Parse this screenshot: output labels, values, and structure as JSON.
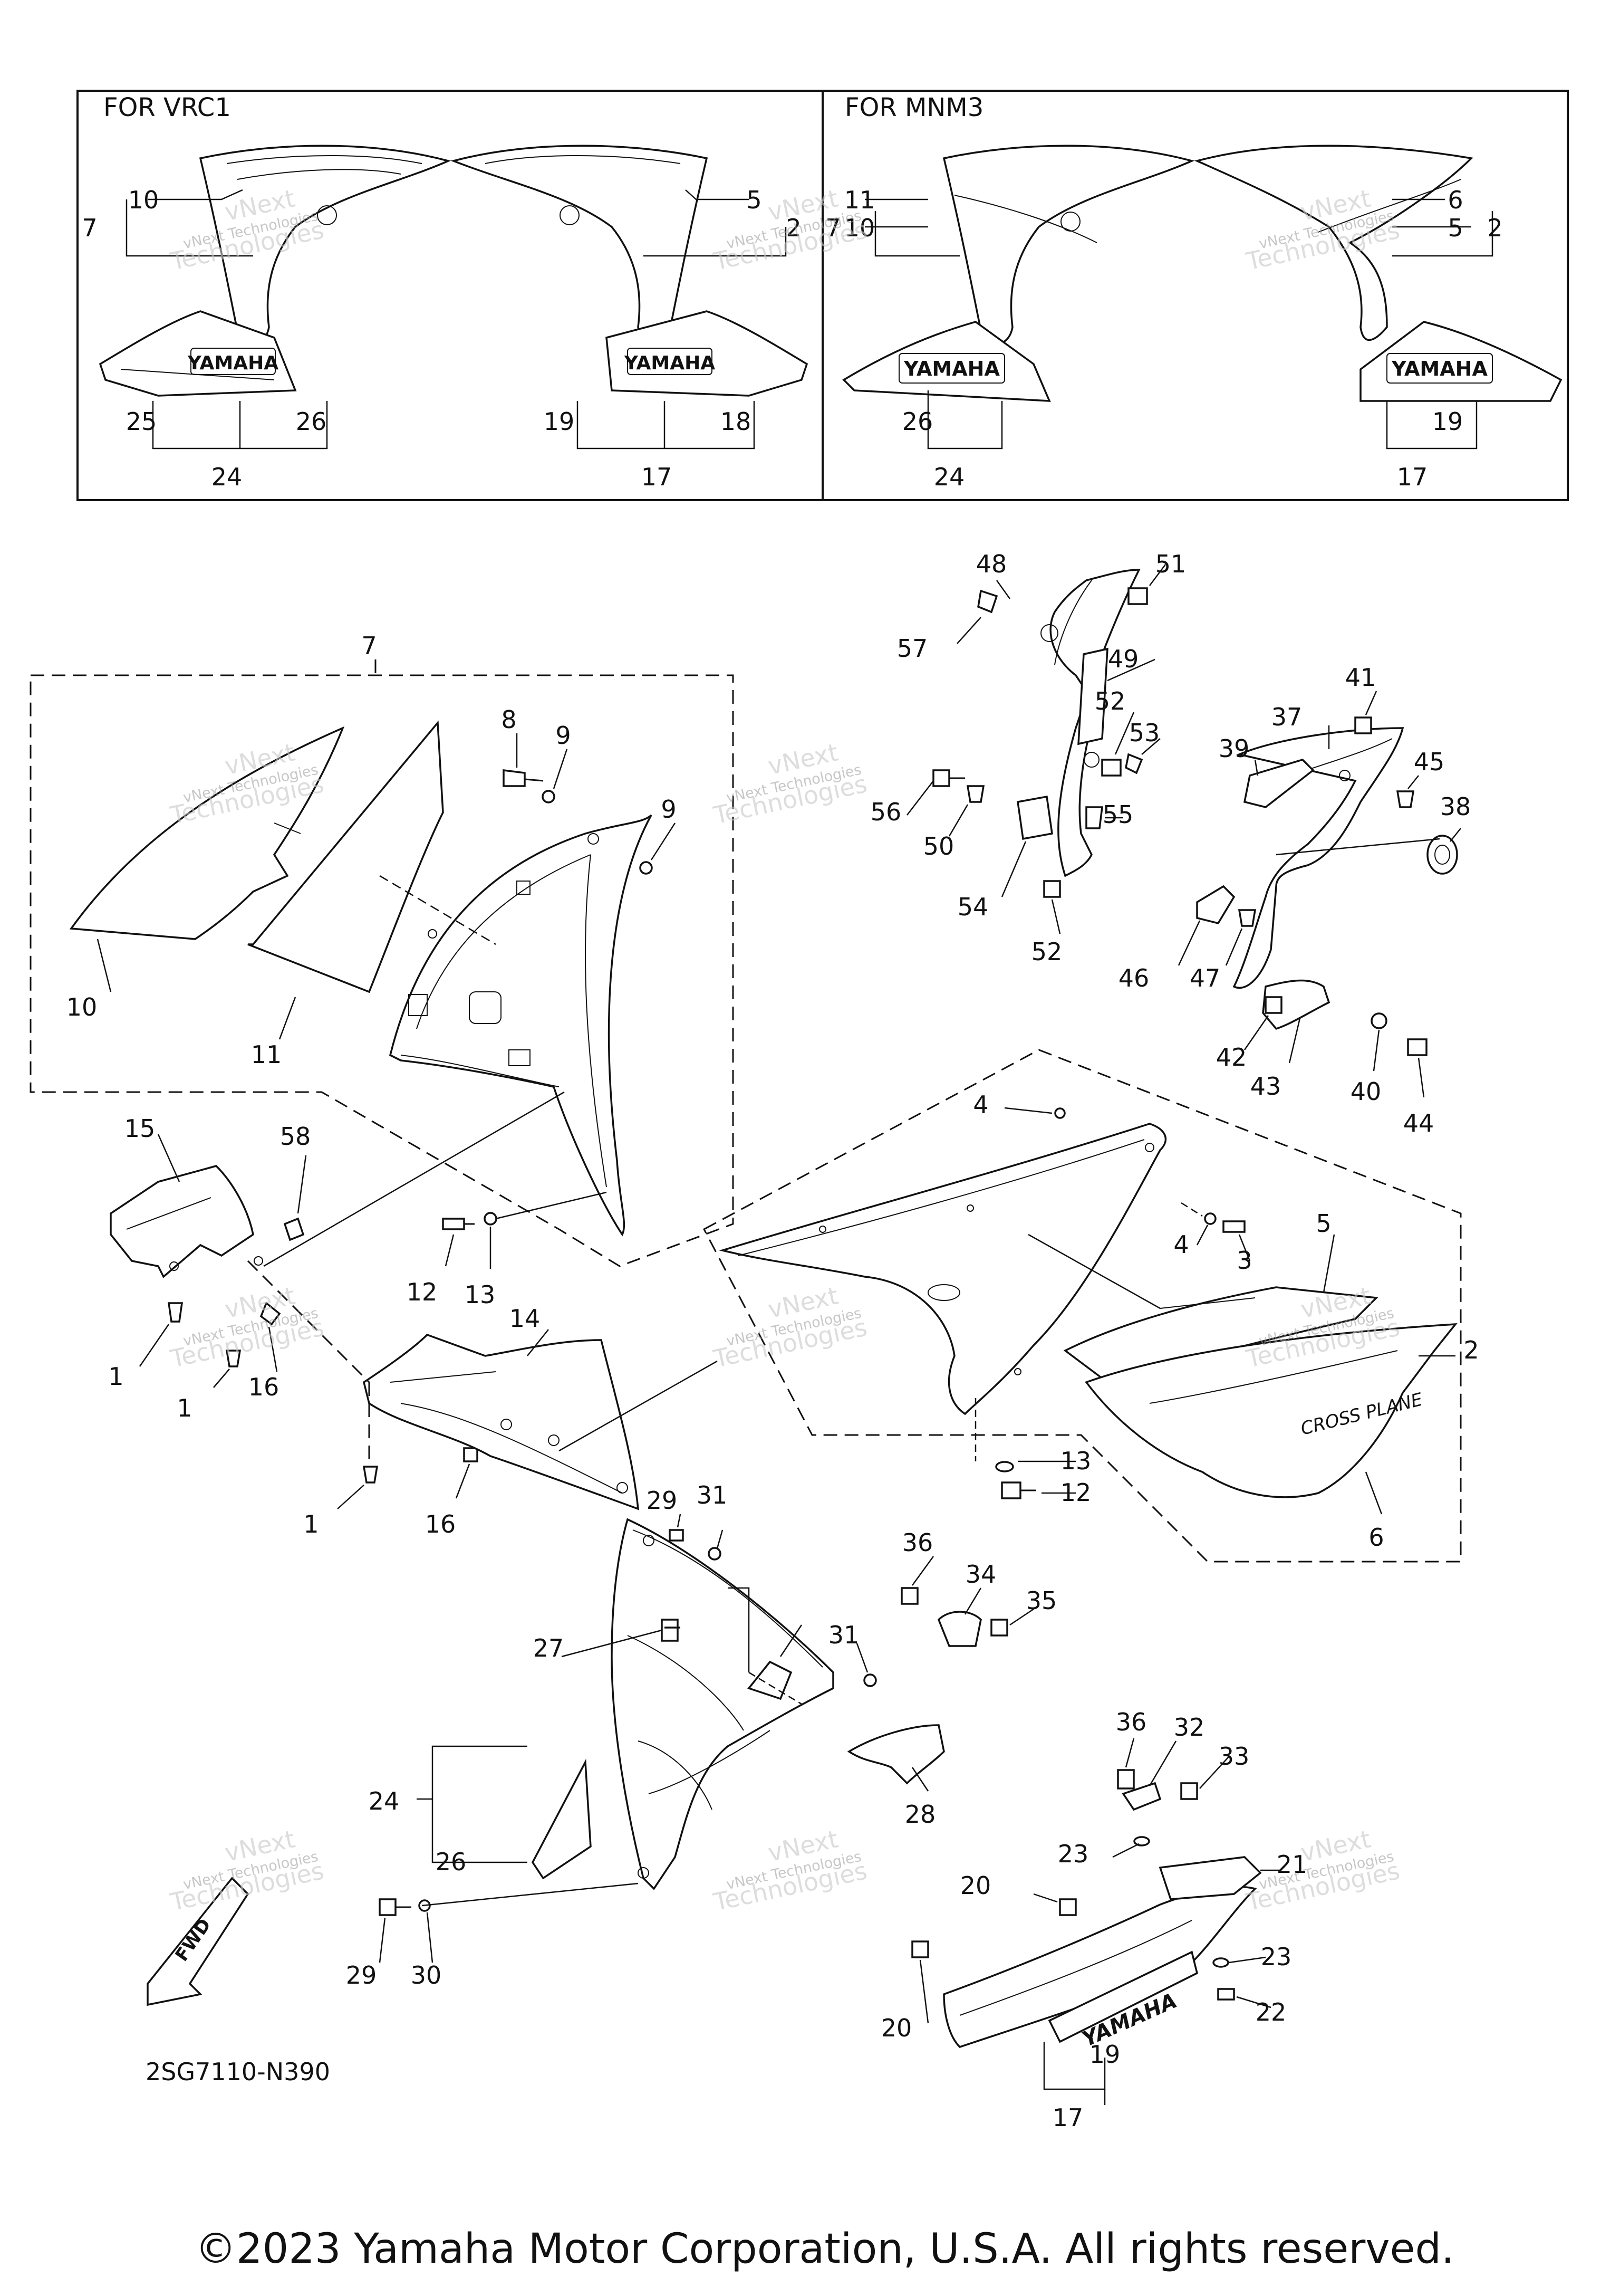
{
  "diagram": {
    "variants": {
      "left_label": "FOR VRC1",
      "right_label": "FOR MNM3"
    },
    "callouts": {
      "vrc1": [
        "7",
        "10",
        "5",
        "2",
        "25",
        "26",
        "24",
        "19",
        "18",
        "17"
      ],
      "mnm3": [
        "7",
        "11",
        "10",
        "6",
        "5",
        "2",
        "26",
        "24",
        "19",
        "17"
      ],
      "main": [
        "7",
        "8",
        "9",
        "9",
        "10",
        "11",
        "15",
        "58",
        "12",
        "13",
        "1",
        "1",
        "16",
        "14",
        "1",
        "16",
        "48",
        "51",
        "57",
        "49",
        "52",
        "53",
        "56",
        "50",
        "55",
        "54",
        "52",
        "41",
        "37",
        "45",
        "39",
        "38",
        "46",
        "47",
        "42",
        "43",
        "40",
        "44",
        "4",
        "4",
        "3",
        "5",
        "2",
        "6",
        "13",
        "12",
        "29",
        "31",
        "36",
        "34",
        "35",
        "27",
        "31",
        "28",
        "24",
        "26",
        "29",
        "30",
        "36",
        "32",
        "33",
        "23",
        "21",
        "20",
        "23",
        "22",
        "20",
        "19",
        "17"
      ]
    },
    "watermark": {
      "line1": "vNext",
      "line2": "Technologies",
      "small": "vNext Technologies"
    },
    "decal_text": [
      "YAMAHA",
      "YAMAHA",
      "YAMAHA",
      "YAMAHA",
      "YAMAHA"
    ],
    "part_code": "2SG7110-N390",
    "fwd_label": "FWD",
    "copyright": "©2023 Yamaha Motor Corporation, U.S.A. All rights reserved."
  }
}
